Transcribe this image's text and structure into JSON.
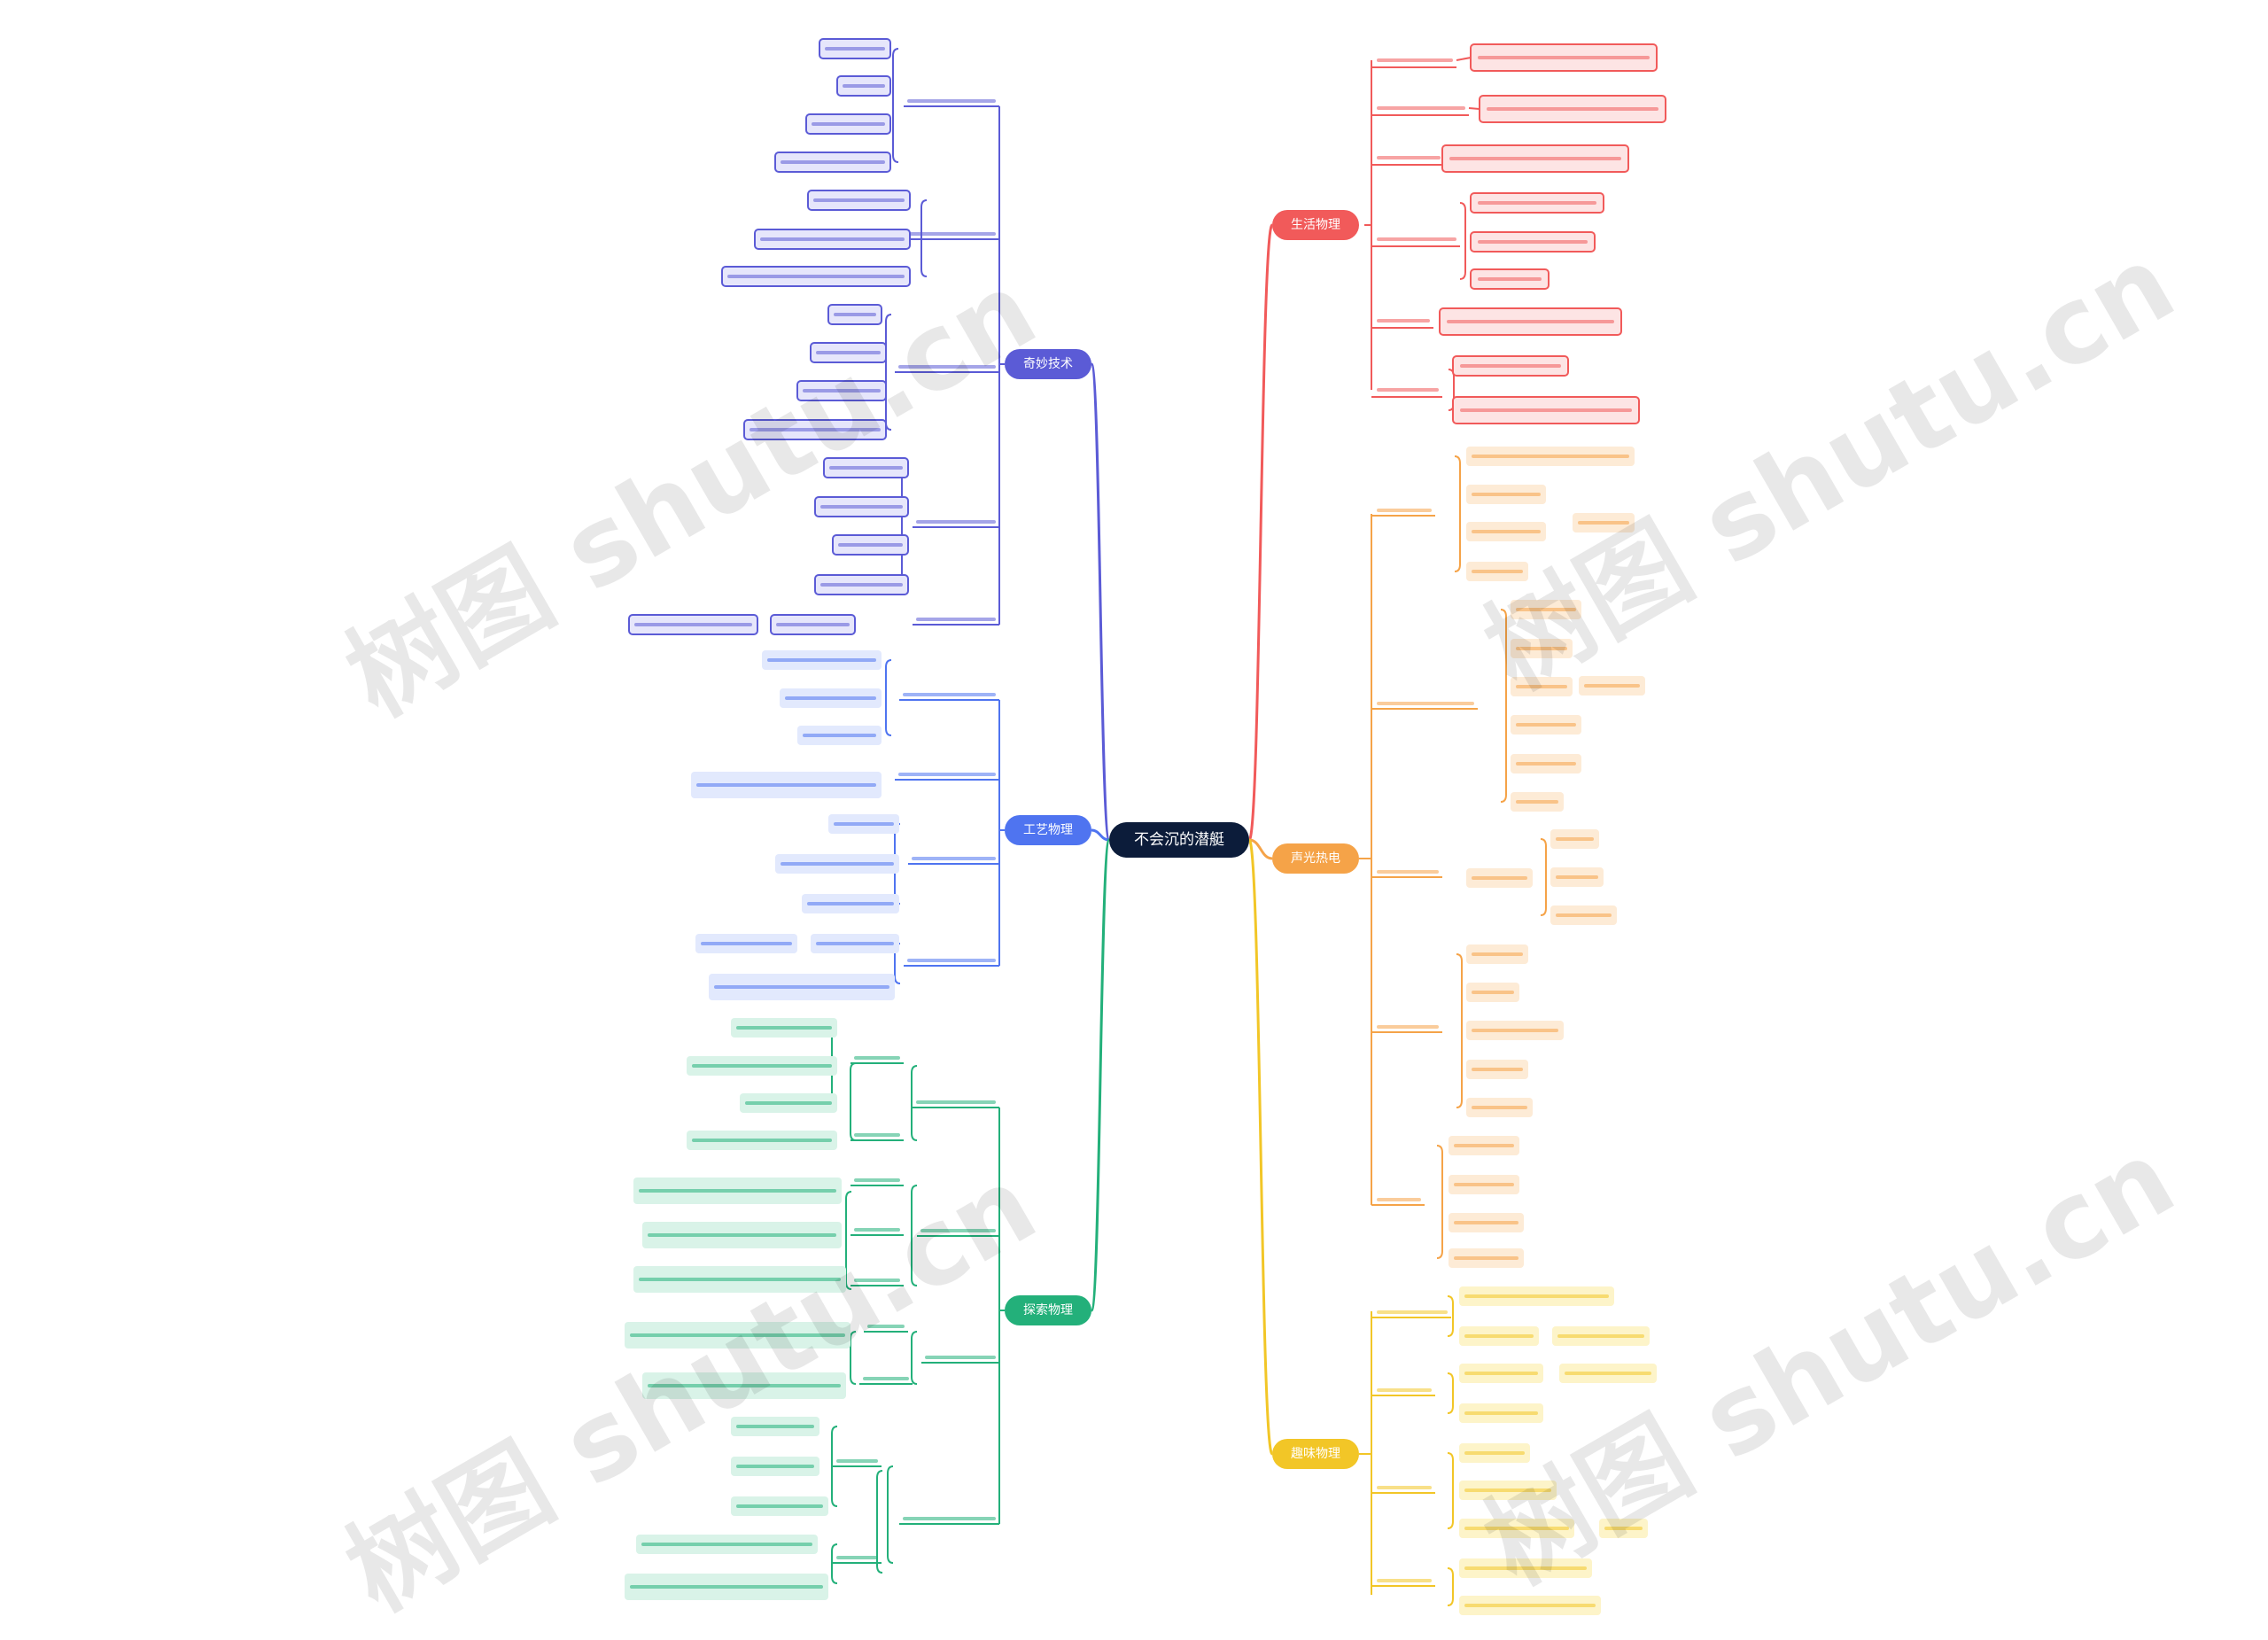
{
  "root": {
    "label": "不会沉的潜艇"
  },
  "watermark": "树图 shutu.cn",
  "colors": {
    "red": "#f15a5a",
    "orange": "#f5a348",
    "yellow": "#f2c627",
    "purple": "#5b5bd6",
    "blue": "#4f74f0",
    "green": "#23b07a",
    "root": "#0c1c3a"
  },
  "branches": [
    {
      "label": "生活物理",
      "color": "red"
    },
    {
      "label": "声光热电",
      "color": "orange"
    },
    {
      "label": "趣味物理",
      "color": "yellow"
    },
    {
      "label": "奇妙技术",
      "color": "purple"
    },
    {
      "label": "工艺物理",
      "color": "blue"
    },
    {
      "label": "探索物理",
      "color": "green"
    }
  ]
}
